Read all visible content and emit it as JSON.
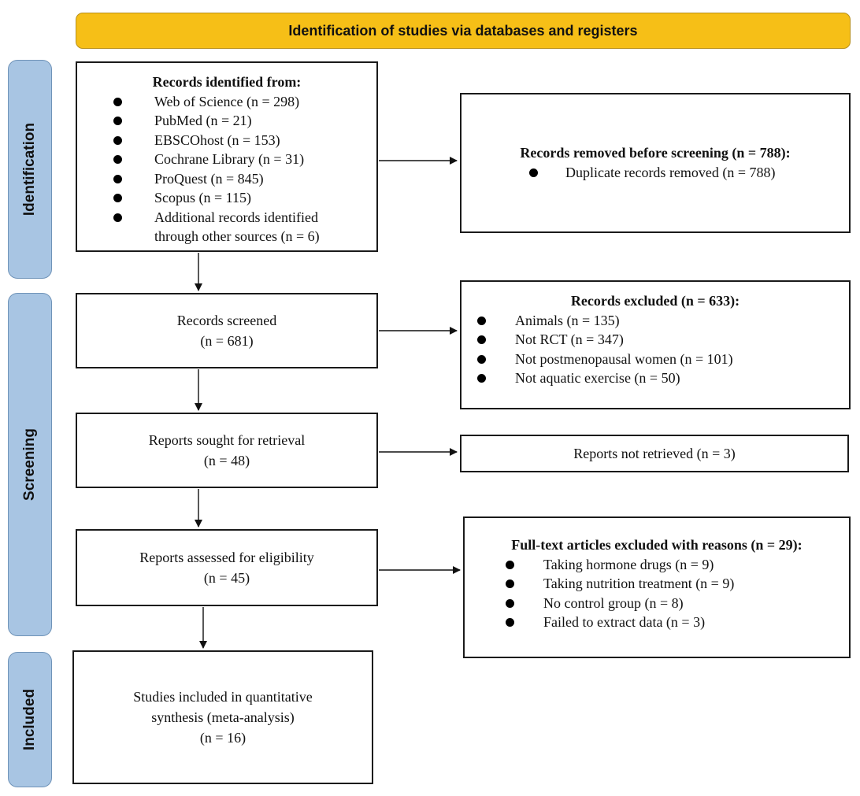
{
  "header": {
    "title": "Identification of studies via databases and registers"
  },
  "phases": {
    "identification": "Identification",
    "screening": "Screening",
    "included": "Included"
  },
  "records_identified": {
    "title": "Records identified from:",
    "items": [
      "Web of Science (n = 298)",
      "PubMed (n = 21)",
      "EBSCOhost (n = 153)",
      "Cochrane Library (n = 31)",
      "ProQuest (n = 845)",
      "Scopus (n = 115)",
      "Additional records identified through other sources (n = 6)"
    ]
  },
  "records_removed": {
    "title": "Records removed before screening (n = 788):",
    "items": [
      "Duplicate records removed (n = 788)"
    ]
  },
  "records_screened": {
    "label": "Records screened",
    "count": "(n = 681)"
  },
  "records_excluded": {
    "title": "Records excluded (n = 633):",
    "items": [
      "Animals (n = 135)",
      "Not RCT (n = 347)",
      "Not postmenopausal women (n = 101)",
      "Not aquatic exercise (n = 50)"
    ]
  },
  "reports_sought": {
    "label": "Reports sought for retrieval",
    "count": "(n = 48)"
  },
  "reports_not_retrieved": {
    "label": "Reports not retrieved (n = 3)"
  },
  "reports_assessed": {
    "label": "Reports assessed for eligibility",
    "count": "(n = 45)"
  },
  "fulltext_excluded": {
    "title": "Full-text articles excluded with reasons (n = 29):",
    "items": [
      "Taking hormone drugs (n = 9)",
      "Taking nutrition treatment (n = 9)",
      "No control group (n = 8)",
      "Failed to extract data (n = 3)"
    ]
  },
  "studies_included": {
    "line1": "Studies included in quantitative",
    "line2": "synthesis (meta-analysis)",
    "count": "(n = 16)"
  },
  "colors": {
    "header_fill": "#f6bf17",
    "phase_fill": "#a8c5e3",
    "box_border": "#1a1a1a"
  }
}
